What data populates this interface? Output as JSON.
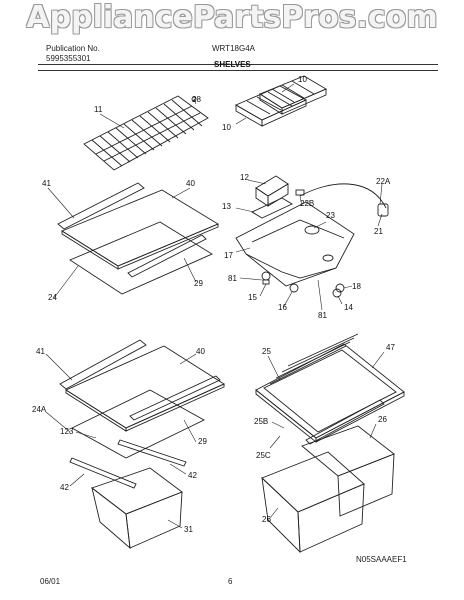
{
  "watermark": "AppliancePartsPros.com",
  "header": {
    "publication_label": "Publication No.",
    "publication_number": "5995355301",
    "model": "WRT18G4A",
    "section_title": "SHELVES"
  },
  "footer": {
    "date": "06/01",
    "page": "6",
    "diagram_code": "N05SAAAEF1"
  },
  "callouts": {
    "c10a": "10",
    "c10b": "10",
    "c11": "11",
    "c28": "28",
    "c12": "12",
    "c22a": "22A",
    "c13": "13",
    "c22b": "22B",
    "c23": "23",
    "c21": "21",
    "c17": "17",
    "c81a": "81",
    "c18": "18",
    "c15": "15",
    "c16": "16",
    "c81b": "81",
    "c14": "14",
    "c41a": "41",
    "c40a": "40",
    "c24": "24",
    "c29a": "29",
    "c41b": "41",
    "c40b": "40",
    "c24a": "24A",
    "c123": "123",
    "c29b": "29",
    "c42a": "42",
    "c42b": "42",
    "c31": "31",
    "c25": "25",
    "c47": "47",
    "c25b": "25B",
    "c26a": "26",
    "c25c": "25C",
    "c26b": "26"
  }
}
